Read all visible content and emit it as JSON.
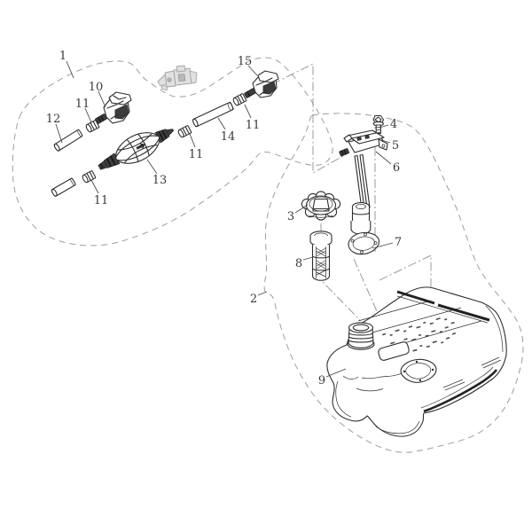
{
  "diagram": {
    "title": "fuel-tank-and-fuel-line-exploded-parts-diagram",
    "labels": {
      "l1": "1",
      "l2": "2",
      "l3": "3",
      "l4": "4",
      "l5": "5",
      "l6": "6",
      "l7": "7",
      "l8": "8",
      "l9": "9",
      "l10": "10",
      "l11": "11",
      "l12": "12",
      "l13": "13",
      "l14": "14",
      "l15": "15"
    },
    "colors": {
      "background": "#ffffff",
      "line_art": "#2e2e2e",
      "group_outline": "#9e9e9e",
      "construction_line": "#8f8f8f",
      "thumbnail_gray": "#b9b9b9"
    },
    "thumbnail": {
      "icon": "outboard-engine-thumbnail"
    }
  }
}
